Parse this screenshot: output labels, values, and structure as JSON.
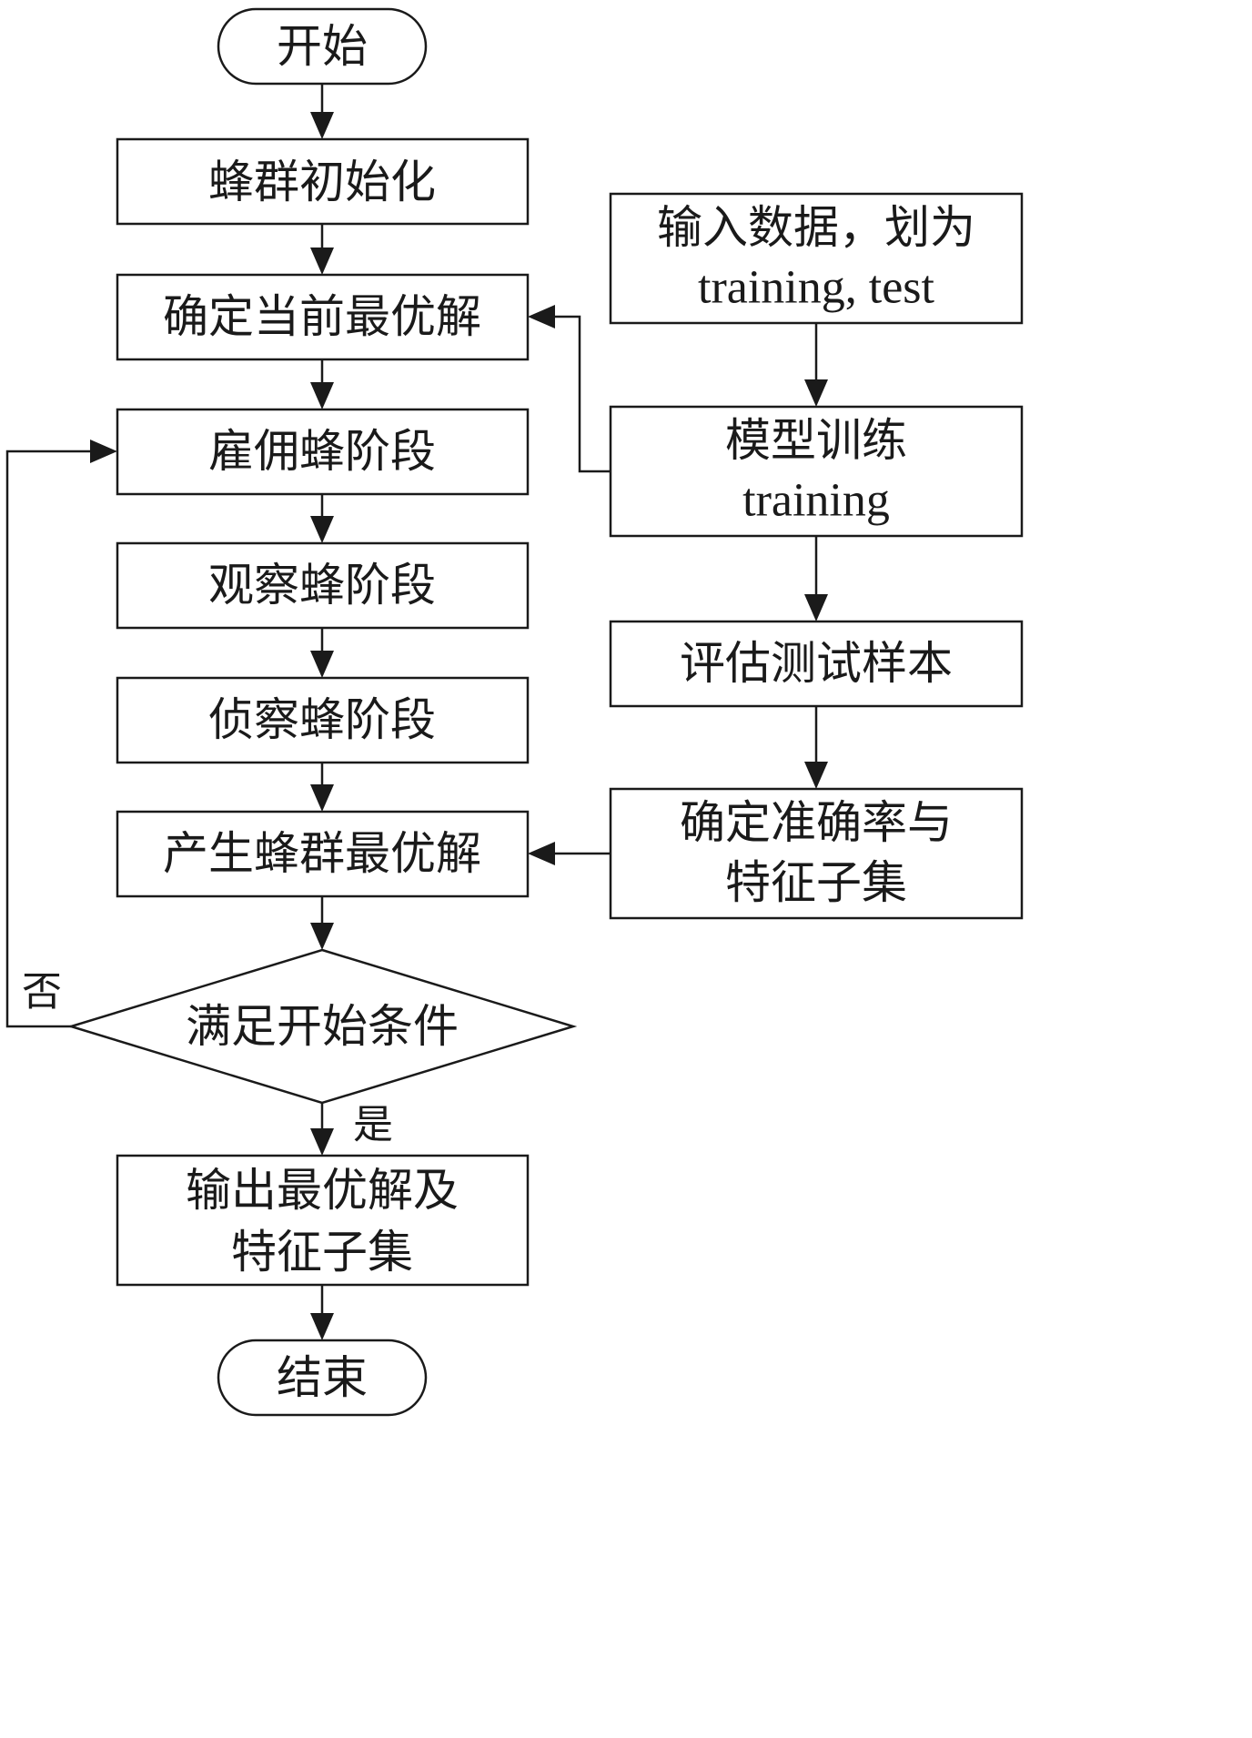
{
  "diagram": {
    "nodes": {
      "start": "开始",
      "init": "蜂群初始化",
      "current_best": "确定当前最优解",
      "employed": "雇佣蜂阶段",
      "onlooker": "观察蜂阶段",
      "scout": "侦察蜂阶段",
      "swarm_best": "产生蜂群最优解",
      "condition": "满足开始条件",
      "output_line1": "输出最优解及",
      "output_line2": "特征子集",
      "end": "结束",
      "input_line1": "输入数据，划为",
      "input_line2": "training, test",
      "train_line1": "模型训练",
      "train_line2": "training",
      "evaluate": "评估测试样本",
      "accuracy_line1": "确定准确率与",
      "accuracy_line2": "特征子集"
    },
    "edge_labels": {
      "no": "否",
      "yes": "是"
    }
  }
}
